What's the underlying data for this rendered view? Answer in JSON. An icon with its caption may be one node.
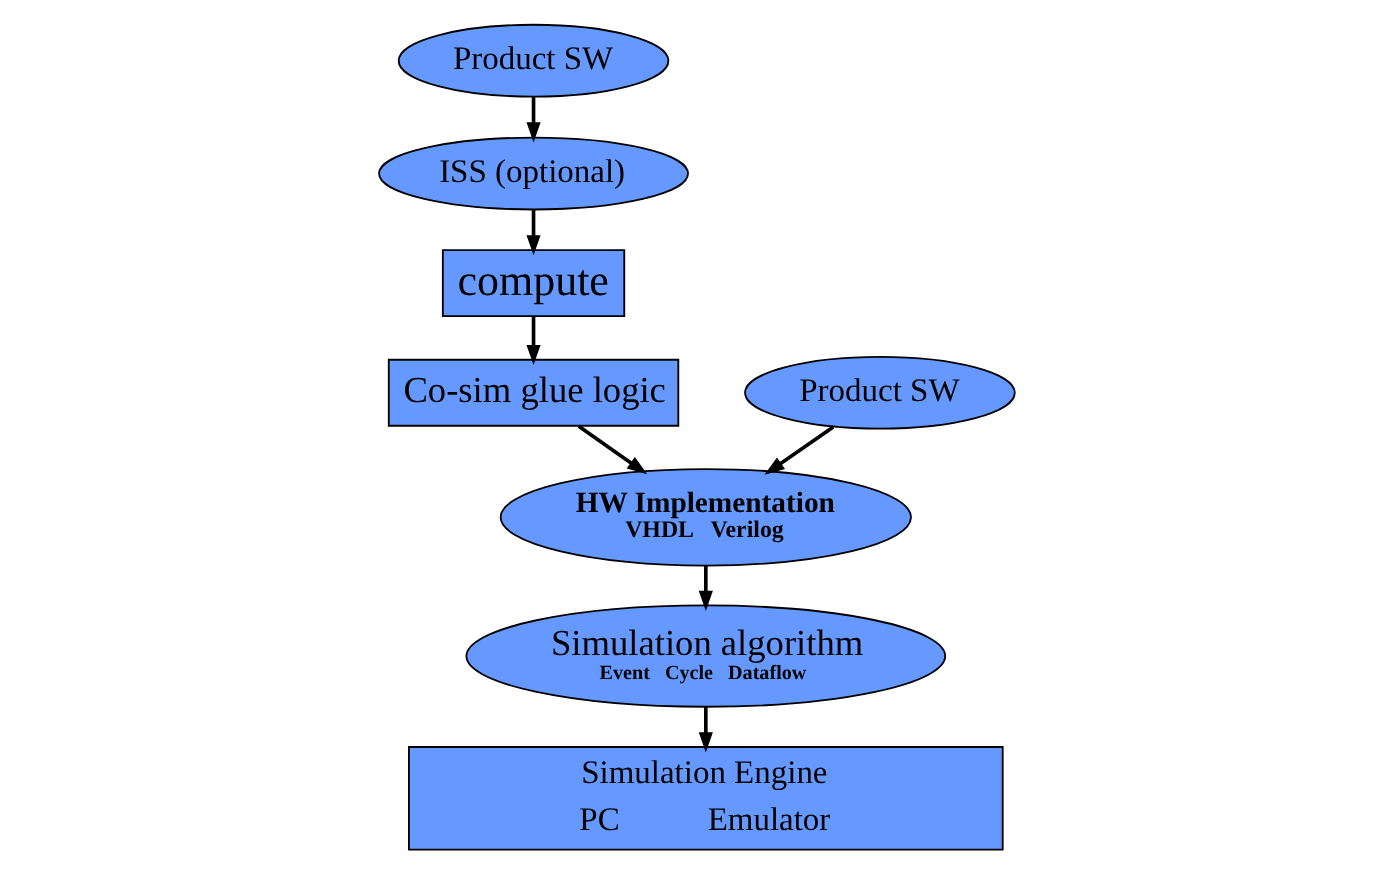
{
  "diagram": {
    "nodes": [
      {
        "text": [
          "Product SW"
        ]
      },
      {
        "text": [
          "ISS (optional)"
        ]
      },
      {
        "text": [
          "compute"
        ]
      },
      {
        "text": [
          "Co-sim glue logic"
        ]
      },
      {
        "text": [
          "Product SW"
        ]
      },
      {
        "text": [
          "HW Implementation",
          "VHDL   Verilog"
        ]
      },
      {
        "text": [
          "Simulation algorithm",
          "Event   Cycle   Dataflow"
        ]
      },
      {
        "text": [
          "Simulation Engine",
          "PC",
          "Emulator"
        ]
      }
    ],
    "edges": [
      {
        "from": 0,
        "to": 1,
        "arrow": "to"
      },
      {
        "from": 1,
        "to": 2,
        "arrow": "to"
      },
      {
        "from": 2,
        "to": 3,
        "arrow": "to"
      },
      {
        "from": 3,
        "to": 5,
        "arrow": "to"
      },
      {
        "from": 4,
        "to": 5,
        "arrow": "to"
      },
      {
        "from": 5,
        "to": 6,
        "arrow": "to"
      },
      {
        "from": 6,
        "to": 7,
        "arrow": "to"
      }
    ]
  }
}
